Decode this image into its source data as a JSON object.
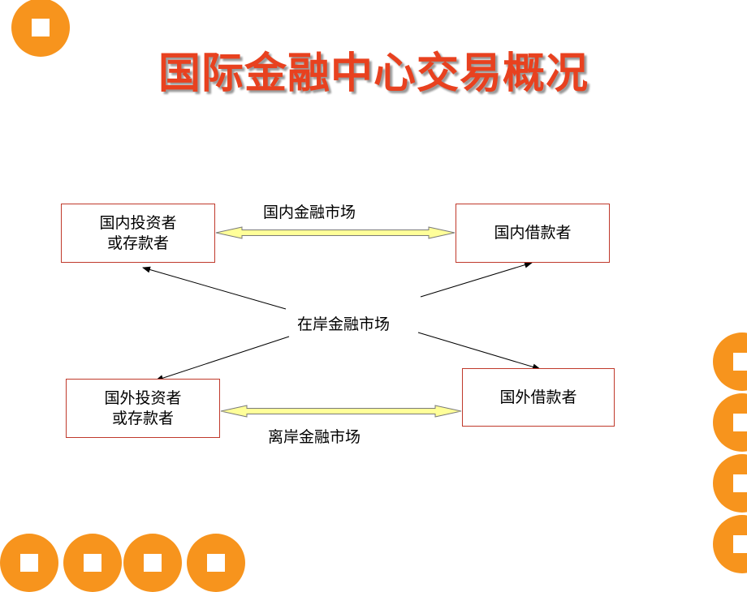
{
  "title": "国际金融中心交易概况",
  "boxes": {
    "domestic_investor": {
      "line1": "国内投资者",
      "line2": "或存款者"
    },
    "domestic_borrower": {
      "line1": "国内借款者"
    },
    "foreign_investor": {
      "line1": "国外投资者",
      "line2": "或存款者"
    },
    "foreign_borrower": {
      "line1": "国外借款者"
    }
  },
  "labels": {
    "domestic_market": "国内金融市场",
    "onshore_market": "在岸金融市场",
    "offshore_market": "离岸金融市场"
  },
  "colors": {
    "accent": "#f7941d",
    "title": "#e8411f",
    "box_border": "#c0392b",
    "double_arrow_fill": "#ffff99"
  }
}
